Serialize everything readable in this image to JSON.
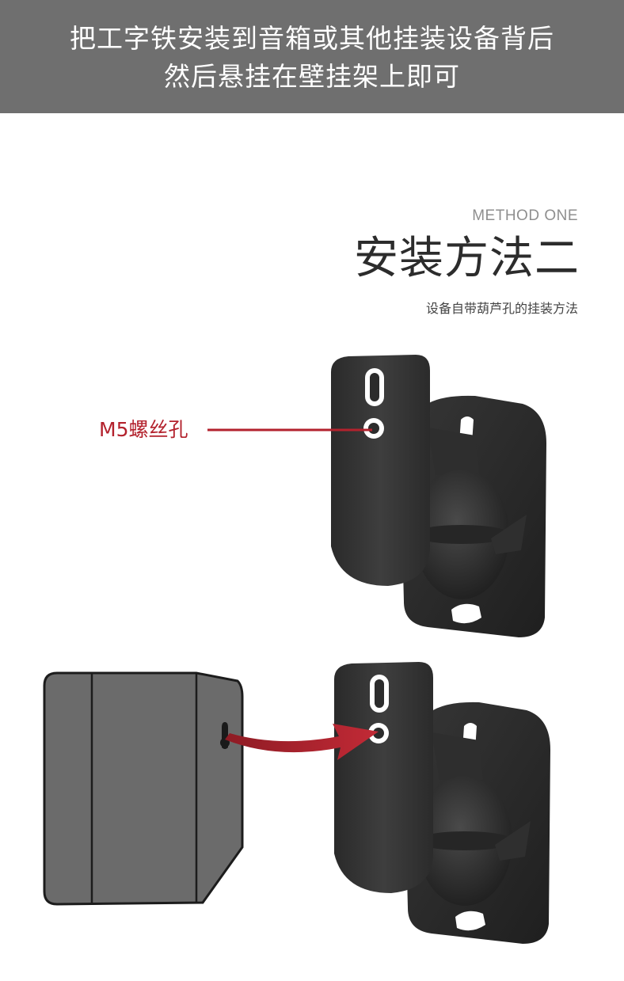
{
  "banner": {
    "line1": "把工字铁安装到音箱或其他挂装设备背后",
    "line2": "然后悬挂在壁挂架上即可"
  },
  "method": {
    "english": "METHOD ONE",
    "title": "安装方法二",
    "subtitle": "设备自带葫芦孔的挂装方法"
  },
  "callout": {
    "label": "M5螺丝孔",
    "color": "#b3222d"
  },
  "colors": {
    "banner_bg": "#6f6f6f",
    "bracket": "#3a3a3a",
    "speaker_box": "#6b6b6b",
    "accent_red": "#b3222d"
  },
  "icons": {
    "bracket_top": "wall-bracket-icon",
    "bracket_bottom": "wall-bracket-icon",
    "speaker": "speaker-box-icon",
    "arrow": "curved-arrow-icon"
  }
}
